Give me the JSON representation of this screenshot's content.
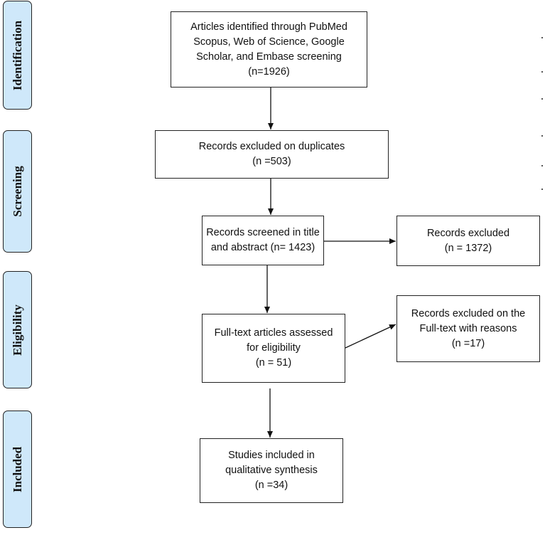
{
  "phases": {
    "identification": "Identification",
    "screening": "Screening",
    "eligibility": "Eligibility",
    "included": "Included"
  },
  "boxes": {
    "identified": {
      "lines": [
        "Articles identified through PubMed",
        "Scopus, Web of Science, Google",
        "Scholar, and Embase screening",
        "(n=1926)"
      ]
    },
    "duplicates": {
      "lines": [
        "Records excluded on duplicates",
        "(n =503)"
      ]
    },
    "screened": {
      "lines": [
        "Records screened in title",
        "and abstract (n= 1423)"
      ]
    },
    "excluded": {
      "lines": [
        "Records excluded",
        "(n = 1372)"
      ]
    },
    "fulltext": {
      "lines": [
        "Full-text articles assessed",
        "for eligibility",
        "(n = 51)"
      ]
    },
    "excluded_fulltext": {
      "lines": [
        "Records excluded on the",
        "Full-text with reasons",
        "(n =17)"
      ]
    },
    "included": {
      "lines": [
        "Studies included in",
        "qualitative synthesis",
        "(n =34)"
      ]
    }
  }
}
